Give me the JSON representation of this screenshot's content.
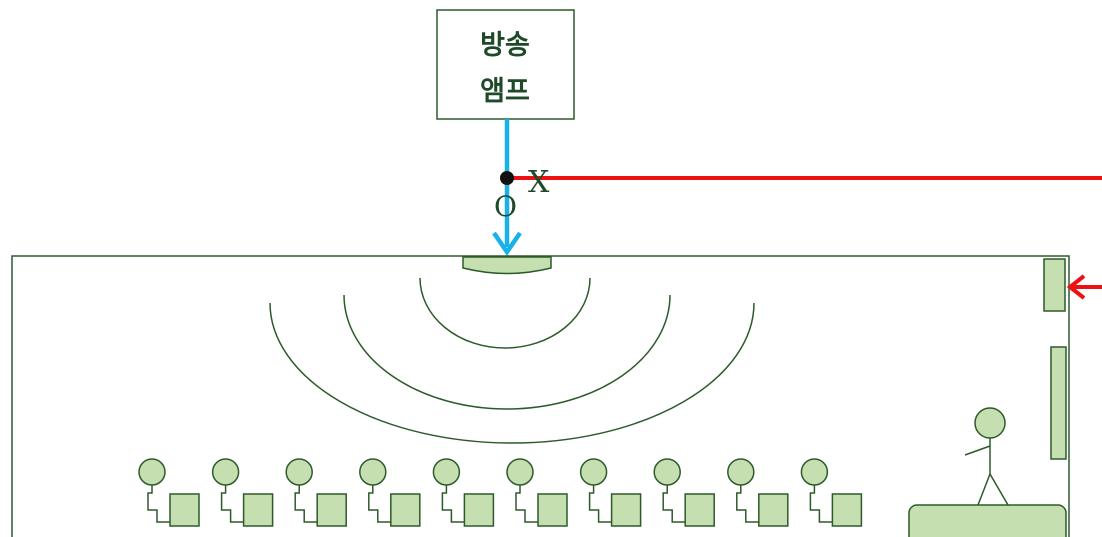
{
  "amp_box": {
    "line1": "방송",
    "line2": "앰프"
  },
  "junction_labels": {
    "x_mark": "X",
    "o_mark": "O"
  },
  "classroom": {
    "student_count": 10
  },
  "colors": {
    "amp_wire": "#19b1ea",
    "red_line": "#ee1111",
    "figure_fill": "#c5dfb0",
    "figure_stroke": "#2d5a2a",
    "label_text": "#1f4a2a",
    "junction_dot": "#111111"
  }
}
